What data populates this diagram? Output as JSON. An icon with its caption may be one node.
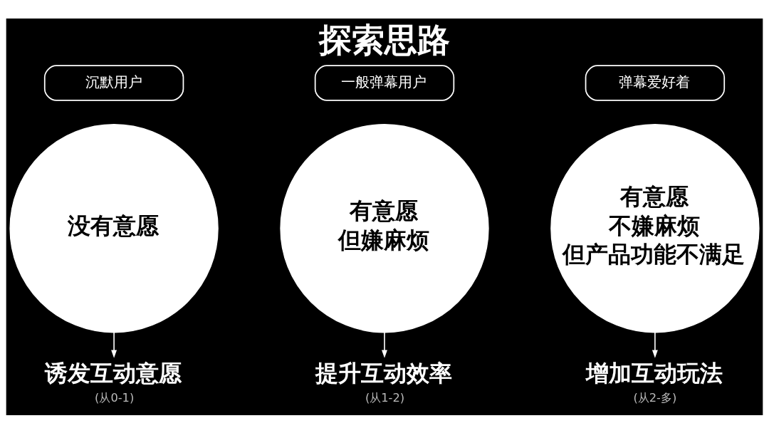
{
  "diagram": {
    "title": "探索思路",
    "nodes": [
      {
        "text": [
          "沉默用户"
        ]
      },
      {
        "text": [
          "没有意愿"
        ]
      },
      {
        "text": [
          "诱发互动意愿"
        ],
        "beside": [
          "(从0-1)"
        ]
      },
      {
        "text": [
          "一般弹幕用户"
        ]
      },
      {
        "text": [
          "有意愿",
          "但嫌麻烦"
        ]
      },
      {
        "text": [
          "提升互动效率"
        ],
        "beside": [
          "(从1-2)"
        ]
      },
      {
        "text": [
          "弹幕爱好着"
        ]
      },
      {
        "text": [
          "有意愿",
          "不嫌麻烦",
          "但产品功能不满足"
        ]
      },
      {
        "text": [
          "增加互动玩法"
        ],
        "beside": [
          "(从2-多)"
        ]
      }
    ],
    "edges": [
      {
        "from": 1,
        "to": 2,
        "arrow": "to"
      },
      {
        "from": 4,
        "to": 5,
        "arrow": "to"
      },
      {
        "from": 7,
        "to": 8,
        "arrow": "to"
      }
    ]
  }
}
